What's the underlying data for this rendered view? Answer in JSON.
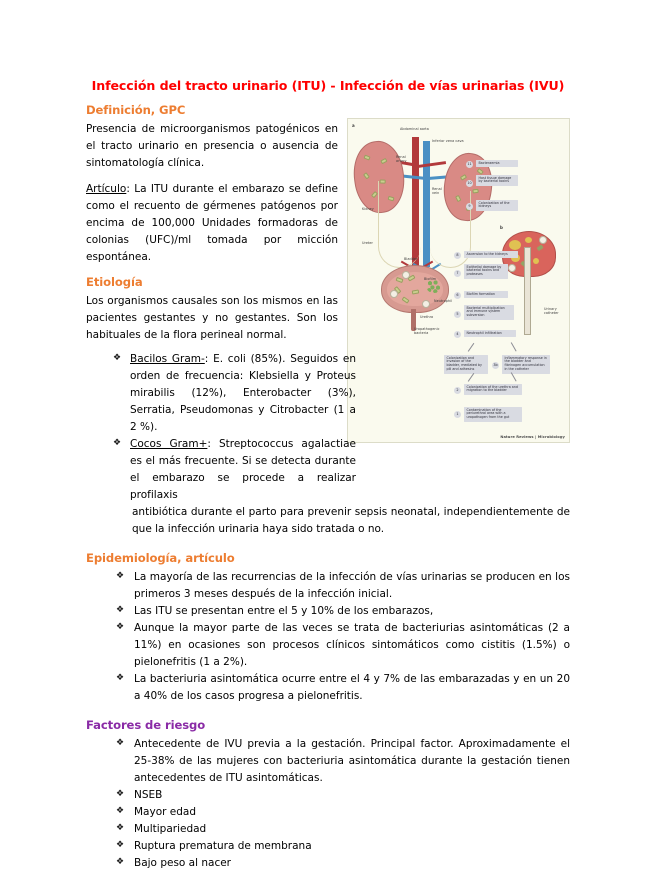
{
  "document": {
    "title": "Infección del tracto urinario (ITU) - Infección de vías urinarias (IVU)",
    "bullet_glyph": "❖"
  },
  "colors": {
    "title_red": "#FF0000",
    "heading_orange": "#ED7D31",
    "heading_purple": "#8A2BA6",
    "figure_background": "#FAFAEE",
    "kidney": "#D98A85",
    "artery_red": "#B2393B",
    "vein_blue": "#4A90C4",
    "bacteria_green": "#C9CE8E"
  },
  "sections": {
    "definicion": {
      "heading": "Definición, GPC",
      "paragraph_1": "Presencia de microorganismos patogénicos en el tracto urinario en presencia o ausencia de sintomatología clínica.",
      "paragraph_2_label": "Artículo",
      "paragraph_2_rest": ": La ITU durante el embarazo se define como el recuento de gérmenes patógenos por encima de 100,000 Unidades formadoras de colonias (UFC)/ml tomada por micción espontánea."
    },
    "etiologia": {
      "heading": "Etiología",
      "paragraph": "Los organismos causales son los mismos en las pacientes gestantes y no gestantes. Son los habituales de la flora perineal normal.",
      "bullets": [
        {
          "label": "Bacilos Gram-",
          "text": ": E. coli (85%). Seguidos en orden de frecuencia: Klebsiella y Proteus mirabilis (12%), Enterobacter (3%), Serratia, Pseudomonas y Citrobacter (1 a 2 %)."
        },
        {
          "label": "Cocos Gram+",
          "text": ": Streptococcus agalactiae es el más frecuente. Si se detecta durante el embarazo se procede a realizar profilaxis"
        }
      ],
      "bullet_2_continuation": "antibiótica durante el parto para prevenir sepsis neonatal, independientemente de que la infección urinaria haya sido tratada o no."
    },
    "epidemiologia": {
      "heading": "Epidemiología, artículo",
      "bullets": [
        "La mayoría de las recurrencias de la infección de vías urinarias se producen en los primeros 3 meses después de la infección inicial.",
        "Las ITU se presentan entre el 5 y 10% de los embarazos,",
        "Aunque la mayor parte de las veces se trata de bacteriurias asintomáticas (2 a 11%) en ocasiones son procesos clínicos sintomáticos como cistitis (1.5%) o pielonefritis (1 a 2%).",
        "La bacteriuria asintomática ocurre entre el 4 y 7% de las embarazadas y en un 20 a 40% de los casos progresa a pielonefritis."
      ]
    },
    "factores_riesgo": {
      "heading": "Factores de riesgo",
      "bullets": [
        "Antecedente de IVU previa a la gestación. Principal factor. Aproximadamente el 25-38% de las mujeres con bacteriuria asintomática durante la gestación tienen antecedentes de ITU asintomáticas.",
        "NSEB",
        "Mayor edad",
        "Multipariedad",
        "Ruptura prematura de membrana",
        "Bajo peso al nacer"
      ]
    }
  },
  "figure": {
    "credit": "Nature Reviews | Microbiology",
    "panel_a": "a",
    "panel_b": "b",
    "anatomy_labels": [
      "Abdominal aorta",
      "Inferior vena cava",
      "Renal artery",
      "Renal vein",
      "Kidney",
      "Ureter",
      "Bladder",
      "Biofilm",
      "Neutrophil",
      "Urethra",
      "Uropathogenic bacteria",
      "Urinary catheter"
    ],
    "steps": [
      {
        "num": "11",
        "text": "Bacteraemia"
      },
      {
        "num": "10",
        "text": "Host tissue damage by bacterial toxins"
      },
      {
        "num": "9",
        "text": "Colonization of the kidneys"
      },
      {
        "num": "8",
        "text": "Ascension to the kidneys"
      },
      {
        "num": "7",
        "text": "Epithelial damage by bacterial toxins and proteases"
      },
      {
        "num": "6",
        "text": "Biofilm formation"
      },
      {
        "num": "5",
        "text": "Bacterial multiplication and immune system subversion"
      },
      {
        "num": "4",
        "text": "Neutrophil infiltration"
      },
      {
        "num": "3a",
        "text": "Colonization and invasion of the bladder, mediated by pili and adhesins"
      },
      {
        "num": "3b",
        "text": "Inflammatory response in the bladder and fibrinogen accumulation in the catheter"
      },
      {
        "num": "2",
        "text": "Colonization of the urethra and migration to the bladder"
      },
      {
        "num": "1",
        "text": "Contamination of the periurethral area with a uropathogen from the gut"
      }
    ]
  }
}
